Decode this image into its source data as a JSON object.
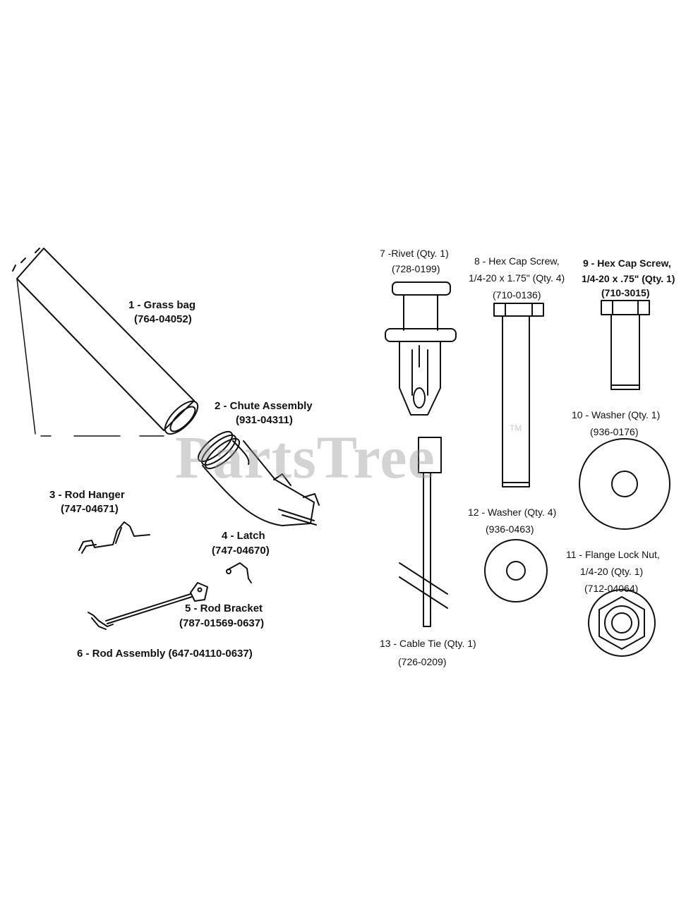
{
  "watermark": {
    "text": "PartsTree",
    "tm": "TM"
  },
  "parts": {
    "p1": {
      "name": "1 - Grass bag",
      "number": "(764-04052)"
    },
    "p2": {
      "name": "2 - Chute Assembly",
      "number": "(931-04311)"
    },
    "p3": {
      "name": "3 - Rod Hanger",
      "number": "(747-04671)"
    },
    "p4": {
      "name": "4 - Latch",
      "number": "(747-04670)"
    },
    "p5": {
      "name": "5 - Rod Bracket",
      "number": "(787-01569-0637)"
    },
    "p6": {
      "name": "6 - Rod Assembly (647-04110-0637)"
    },
    "p7": {
      "name": "7 -Rivet (Qty. 1)",
      "number": "(728-0199)"
    },
    "p8": {
      "name": "8 - Hex Cap Screw,",
      "spec": "1/4-20 x 1.75\" (Qty. 4)",
      "number": "(710-0136)"
    },
    "p9": {
      "name": "9 - Hex Cap Screw,",
      "spec": "1/4-20 x .75\" (Qty. 1)",
      "number": "(710-3015)"
    },
    "p10": {
      "name": "10 - Washer (Qty. 1)",
      "number": "(936-0176)"
    },
    "p11": {
      "name": "11 - Flange Lock Nut,",
      "spec": "1/4-20 (Qty. 1)",
      "number": "(712-04064)"
    },
    "p12": {
      "name": "12 - Washer (Qty. 4)",
      "number": "(936-0463)"
    },
    "p13": {
      "name": "13 - Cable Tie (Qty. 1)",
      "number": "(726-0209)"
    }
  }
}
